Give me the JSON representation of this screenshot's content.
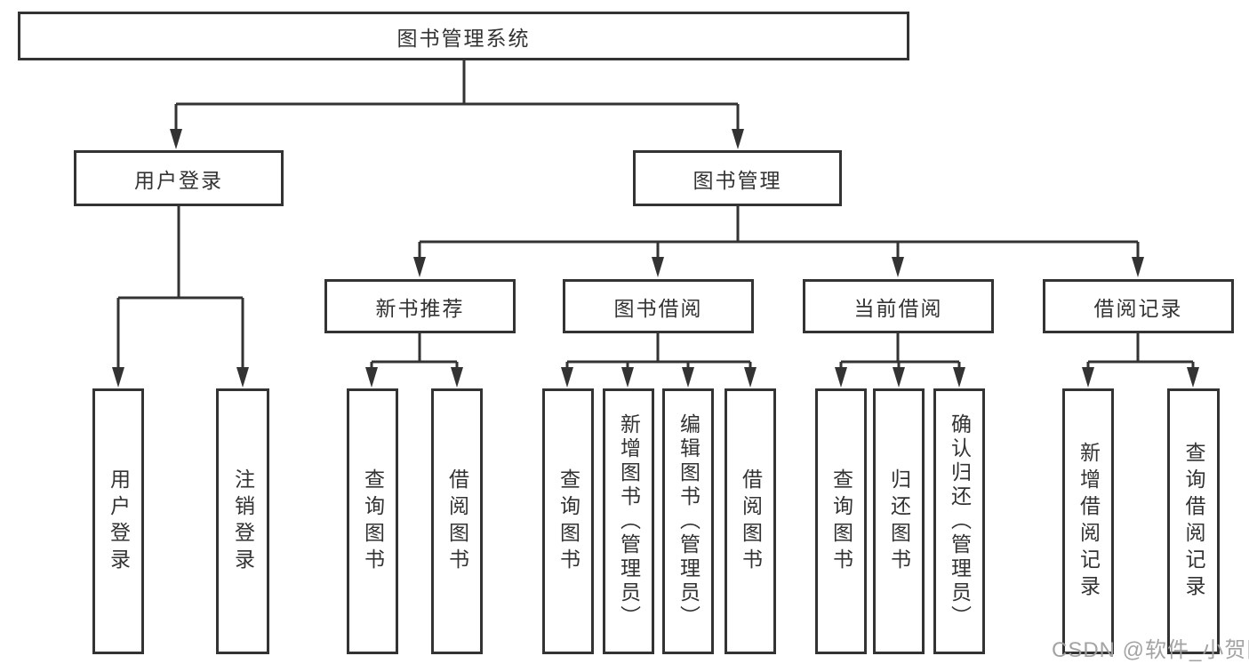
{
  "tree": {
    "label": "图书管理系统",
    "children": [
      {
        "label": "用户登录",
        "children": [
          {
            "label": "用户登录"
          },
          {
            "label": "注销登录"
          }
        ]
      },
      {
        "label": "图书管理",
        "children": [
          {
            "label": "新书推荐",
            "children": [
              {
                "label": "查询图书"
              },
              {
                "label": "借阅图书"
              }
            ]
          },
          {
            "label": "图书借阅",
            "children": [
              {
                "label": "查询图书"
              },
              {
                "label": "新增图书（管理员）"
              },
              {
                "label": "编辑图书（管理员）"
              },
              {
                "label": "借阅图书"
              }
            ]
          },
          {
            "label": "当前借阅",
            "children": [
              {
                "label": "查询图书"
              },
              {
                "label": "归还图书"
              },
              {
                "label": "确认归还（管理员）"
              }
            ]
          },
          {
            "label": "借阅记录",
            "children": [
              {
                "label": "新增借阅记录"
              },
              {
                "label": "查询借阅记录"
              }
            ]
          }
        ]
      }
    ]
  },
  "watermark": {
    "text": "CSDN @软件_小贺同学"
  },
  "colors": {
    "line": "#333333",
    "text": "#333333",
    "background": "#ffffff",
    "watermark": "#9f9f9f"
  }
}
